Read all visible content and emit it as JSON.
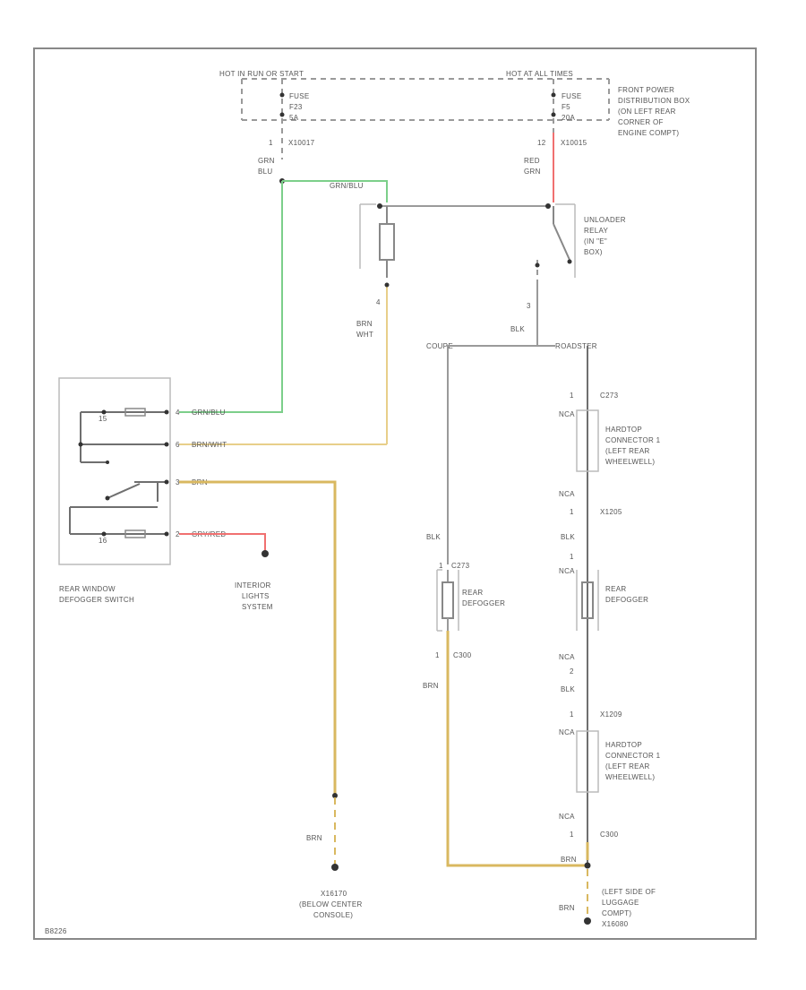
{
  "colors": {
    "green_wire": "#7ccf8a",
    "tan_wire": "#e8cf8a",
    "brown_wire": "#d9b860",
    "red_wire": "#f07070",
    "gray_wire": "#9a9a9a",
    "dark_wire": "#6f6f6f"
  },
  "top": {
    "left_hot": "HOT IN RUN OR START",
    "right_hot": "HOT AT ALL TIMES",
    "fuse_left": [
      "FUSE",
      "F23",
      "5A"
    ],
    "fuse_right": [
      "FUSE",
      "F5",
      "20A"
    ],
    "front_power": [
      "FRONT POWER",
      "DISTRIBUTION BOX",
      "(ON LEFT REAR",
      "CORNER OF",
      "ENGINE COMPT)"
    ],
    "pin_left": "1",
    "conn_left": "X10017",
    "pin_right": "12",
    "conn_right": "X10015",
    "wire_left": [
      "GRN",
      "BLU"
    ],
    "wire_right": [
      "RED",
      "GRN"
    ],
    "grn_blu": "GRN/BLU"
  },
  "relay": {
    "label": [
      "UNLOADER",
      "RELAY",
      "(IN \"E\"",
      "BOX)"
    ],
    "pin_a": "4",
    "wire_a": [
      "BRN",
      "WHT"
    ],
    "pin_b": "3",
    "wire_b": "BLK"
  },
  "branch": {
    "coupe": "COUPE",
    "roadster": "ROADSTER"
  },
  "switch": {
    "pins": [
      "4",
      "6",
      "3",
      "2"
    ],
    "wires": [
      "GRN/BLU",
      "BRN/WHT",
      "BRN",
      "GRY/RED"
    ],
    "led1": "15",
    "led2": "16",
    "label": [
      "REAR WINDOW",
      "DEFOGGER SWITCH"
    ],
    "lights": [
      "INTERIOR",
      "LIGHTS",
      "SYSTEM"
    ],
    "ground_wire": "BRN",
    "ground": [
      "X16170",
      "(BELOW CENTER",
      "CONSOLE)"
    ]
  },
  "coupe": {
    "wire1": "BLK",
    "conn": "C273",
    "pin1": "1",
    "defogger": [
      "REAR",
      "DEFOGGER"
    ],
    "pin2": "1",
    "conn2": "C300",
    "wire2": "BRN"
  },
  "roadster": {
    "pin1": "1",
    "conn1": "C273",
    "nca1": "NCA",
    "hardtop1": [
      "HARDTOP",
      "CONNECTOR 1",
      "(LEFT REAR",
      "WHEELWELL)"
    ],
    "nca2": "NCA",
    "pin2": "1",
    "conn2": "X1205",
    "wire2": "BLK",
    "pin3": "1",
    "nca3": "NCA",
    "defogger": [
      "REAR",
      "DEFOGGER"
    ],
    "nca4": "NCA",
    "pin4": "2",
    "wire4": "BLK",
    "pin5": "1",
    "conn5": "X1209",
    "nca5": "NCA",
    "hardtop2": [
      "HARDTOP",
      "CONNECTOR 1",
      "(LEFT REAR",
      "WHEELWELL)"
    ],
    "nca6": "NCA",
    "pin6": "1",
    "conn6": "C300",
    "wire_brn": "BRN",
    "ground_wire": "BRN",
    "ground": [
      "(LEFT SIDE OF",
      "LUGGAGE",
      "COMPT)",
      "X16080"
    ]
  },
  "footer": "B8226"
}
